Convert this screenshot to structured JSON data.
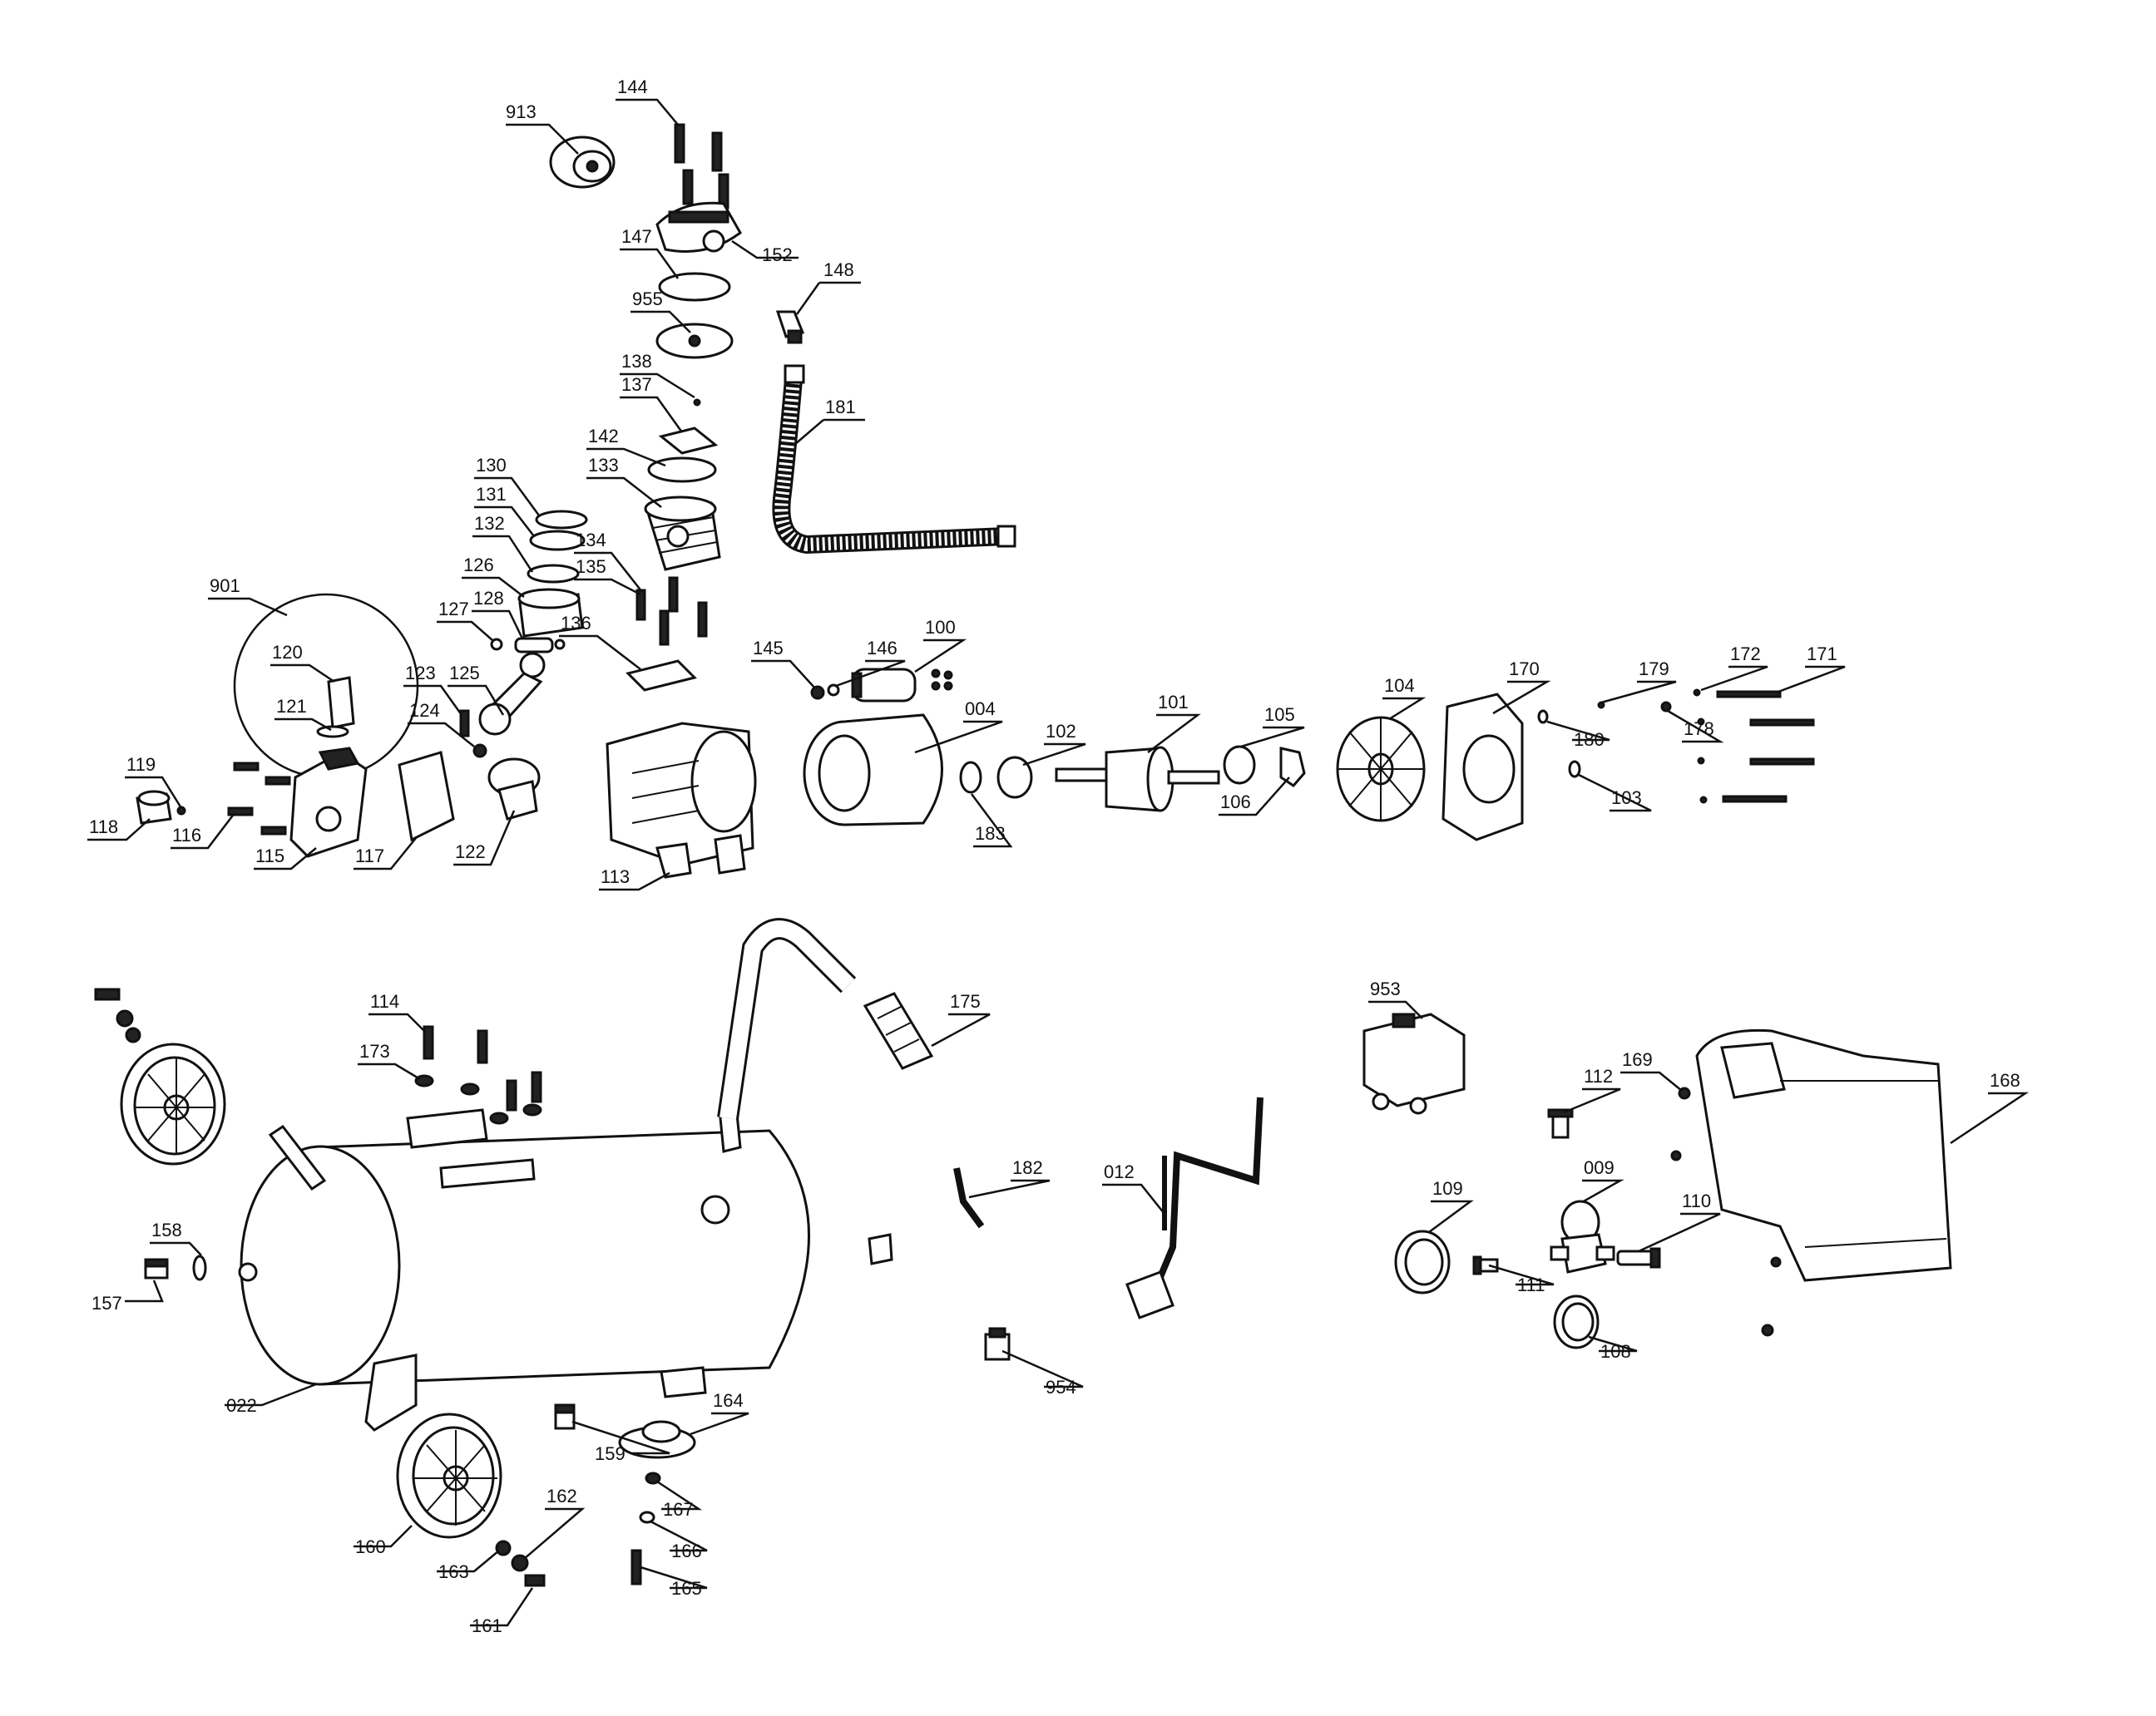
{
  "labels": {
    "l913": "913",
    "l144": "144",
    "l152": "152",
    "l147": "147",
    "l148": "148",
    "l955": "955",
    "l138": "138",
    "l137": "137",
    "l181": "181",
    "l142": "142",
    "l130": "130",
    "l131": "131",
    "l133": "133",
    "l132": "132",
    "l134": "134",
    "l126": "126",
    "l135": "135",
    "l127": "127",
    "l128": "128",
    "l136": "136",
    "l901": "901",
    "l120": "120",
    "l121": "121",
    "l123": "123",
    "l125": "125",
    "l124": "124",
    "l119": "119",
    "l118": "118",
    "l116": "116",
    "l115": "115",
    "l117": "117",
    "l122": "122",
    "l113": "113",
    "l145": "145",
    "l146": "146",
    "l100": "100",
    "l004": "004",
    "l102": "102",
    "l101": "101",
    "l105": "105",
    "l106": "106",
    "l183": "183",
    "l104": "104",
    "l170": "170",
    "l179": "179",
    "l180": "180",
    "l103": "103",
    "l172": "172",
    "l171": "171",
    "l178": "178",
    "l114": "114",
    "l173": "173",
    "l175": "175",
    "l953": "953",
    "l169": "169",
    "l168": "168",
    "l112": "112",
    "l012": "012",
    "l182": "182",
    "l158": "158",
    "l157": "157",
    "l009": "009",
    "l109": "109",
    "l110": "110",
    "l111": "111",
    "l108": "108",
    "l022": "022",
    "l954": "954",
    "l164": "164",
    "l159": "159",
    "l167": "167",
    "l160": "160",
    "l162": "162",
    "l166": "166",
    "l163": "163",
    "l165": "165",
    "l161": "161"
  }
}
